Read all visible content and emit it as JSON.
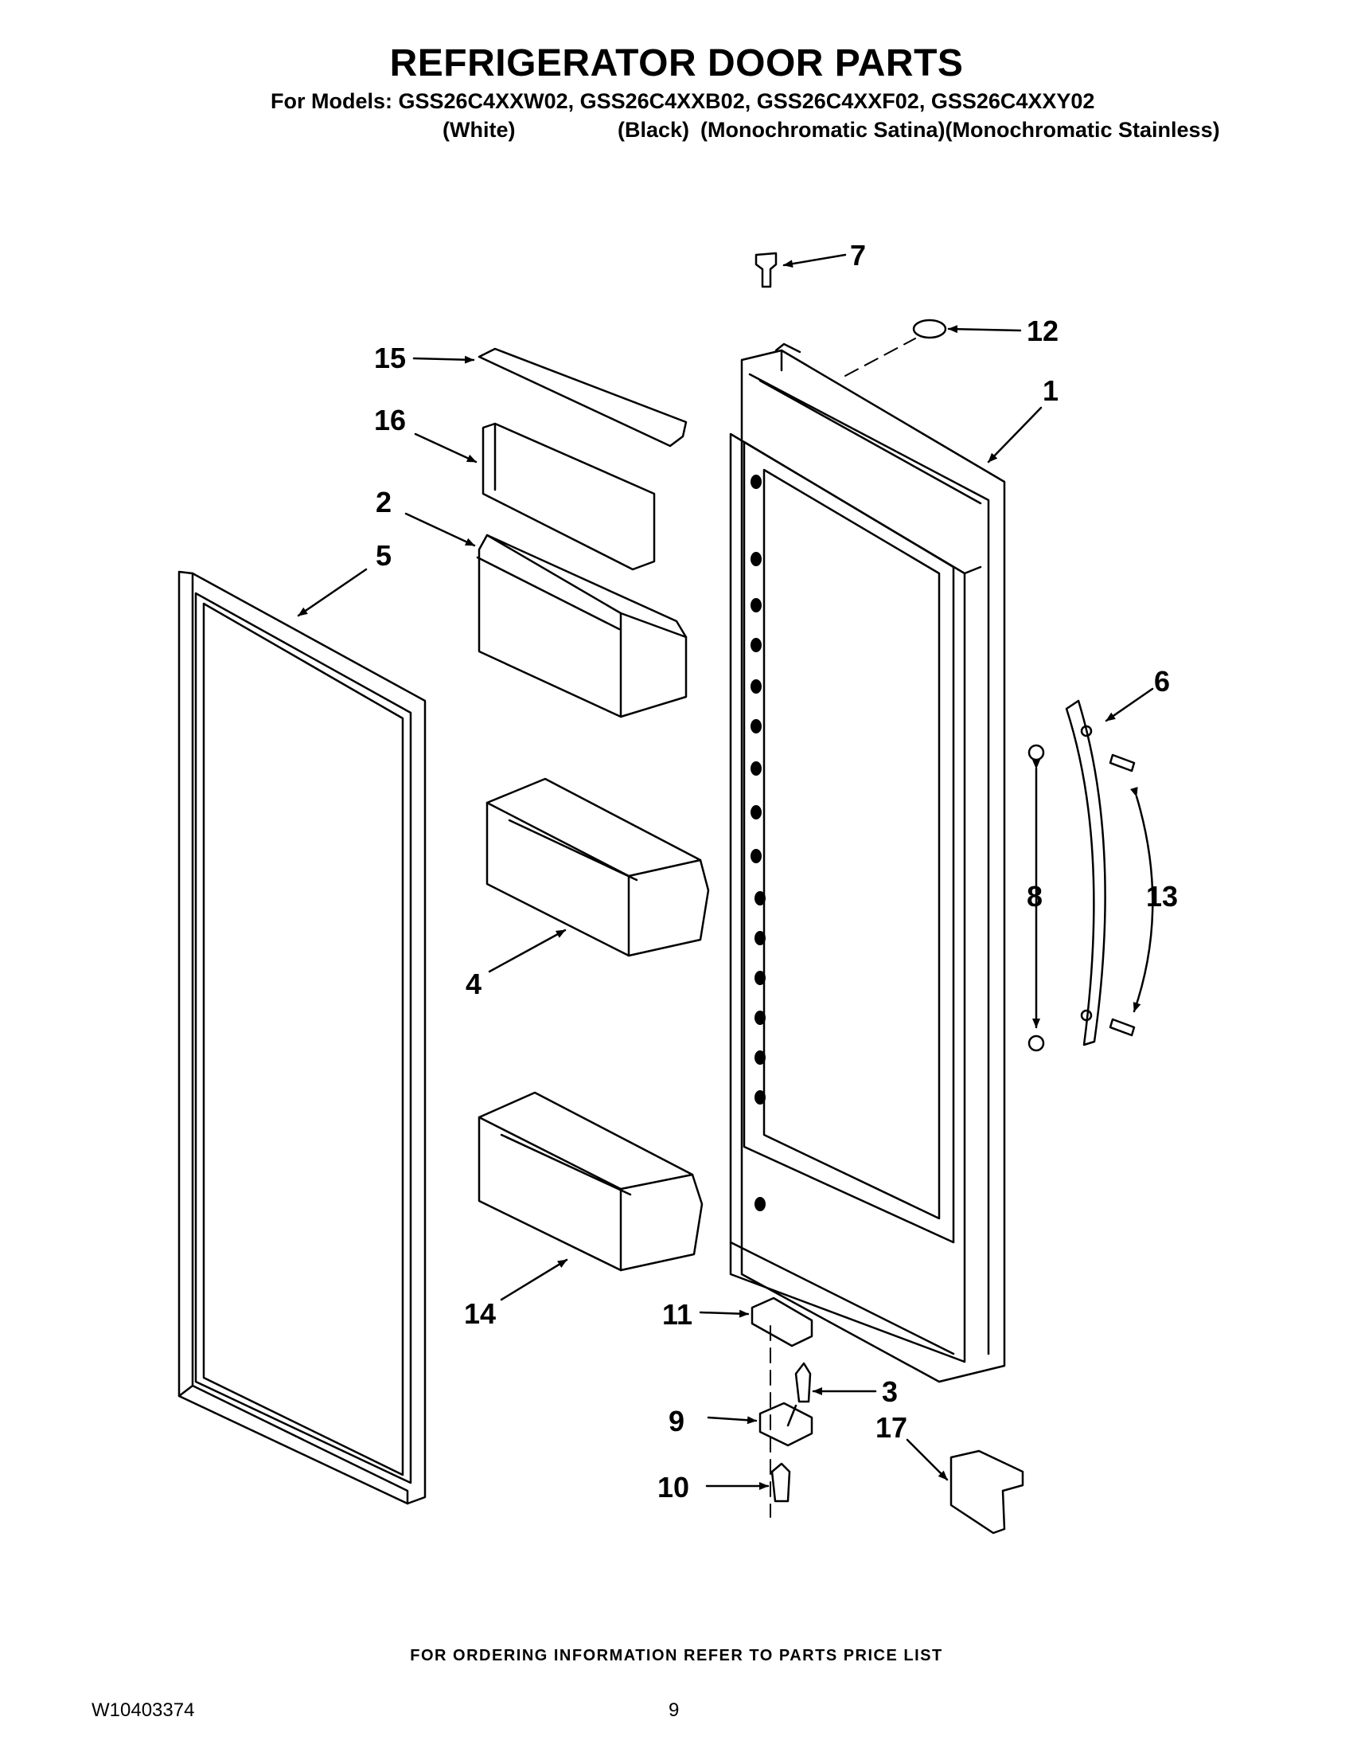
{
  "header": {
    "title": "REFRIGERATOR DOOR PARTS",
    "models_line": "For Models: GSS26C4XXW02, GSS26C4XXB02, GSS26C4XXF02, GSS26C4XXY02",
    "variants": [
      "(White)",
      "(Black)",
      "(Monochromatic Satina)(Monochromatic Stainless)"
    ]
  },
  "callouts": {
    "c1": "1",
    "c2": "2",
    "c3": "3",
    "c4": "4",
    "c5": "5",
    "c6": "6",
    "c7": "7",
    "c8": "8",
    "c9": "9",
    "c10": "10",
    "c11": "11",
    "c12": "12",
    "c13": "13",
    "c14": "14",
    "c15": "15",
    "c16": "16",
    "c17": "17"
  },
  "footer": {
    "ordering_note": "FOR ORDERING INFORMATION REFER TO PARTS PRICE LIST",
    "doc_number": "W10403374",
    "page_number": "9"
  }
}
